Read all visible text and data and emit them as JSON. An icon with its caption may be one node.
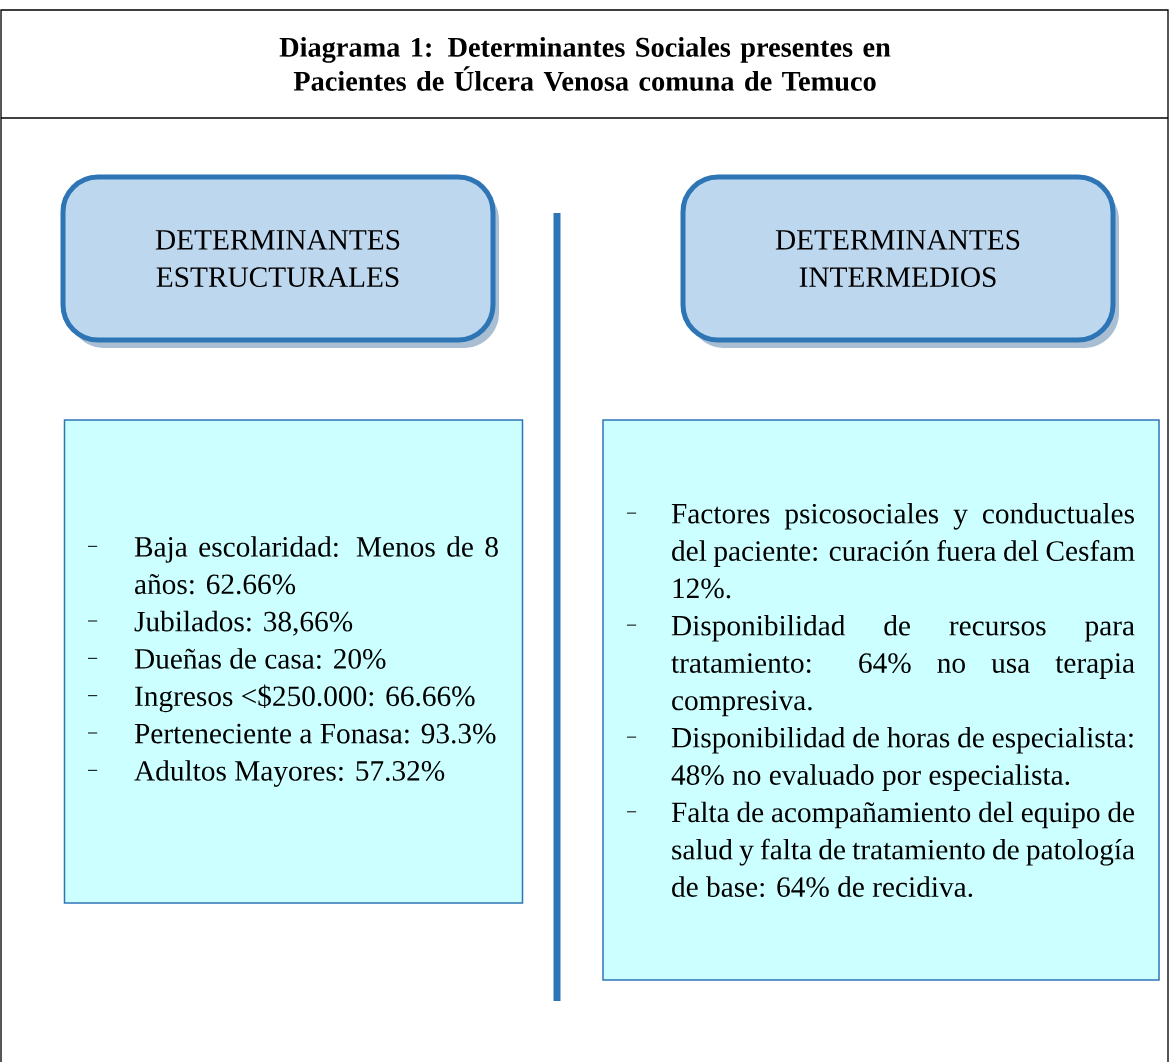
{
  "diagram": {
    "title": "Diagrama 1: Determinantes Sociales presentes en Pacientes de Úlcera Venosa comuna de Temuco",
    "nodes": [
      {
        "text": [
          "DETERMINANTES ESTRUCTURALES"
        ]
      },
      {
        "text": [
          "DETERMINANTES INTERMEDIOS"
        ]
      },
      {
        "text": [
          "Baja escolaridad: Menos de 8 años: 62.66%",
          "Jubilados: 38,66%",
          "Dueñas de casa: 20%",
          "Ingresos <$250.000: 66.66%",
          "Perteneciente a Fonasa: 93.3%",
          "Adultos Mayores: 57.32%"
        ]
      },
      {
        "text": [
          "Factores psicosociales y conductuales del paciente: curación fuera del Cesfam 12%.",
          "Disponibilidad de recursos para tratamiento: 64% no usa terapia compresiva.",
          "Disponibilidad de horas de especialista: 48% no evaluado por especialista.",
          "Falta de acompañamiento del equipo de salud y falta de tratamiento de patología de base: 64% de recidiva."
        ]
      }
    ],
    "edges": []
  }
}
